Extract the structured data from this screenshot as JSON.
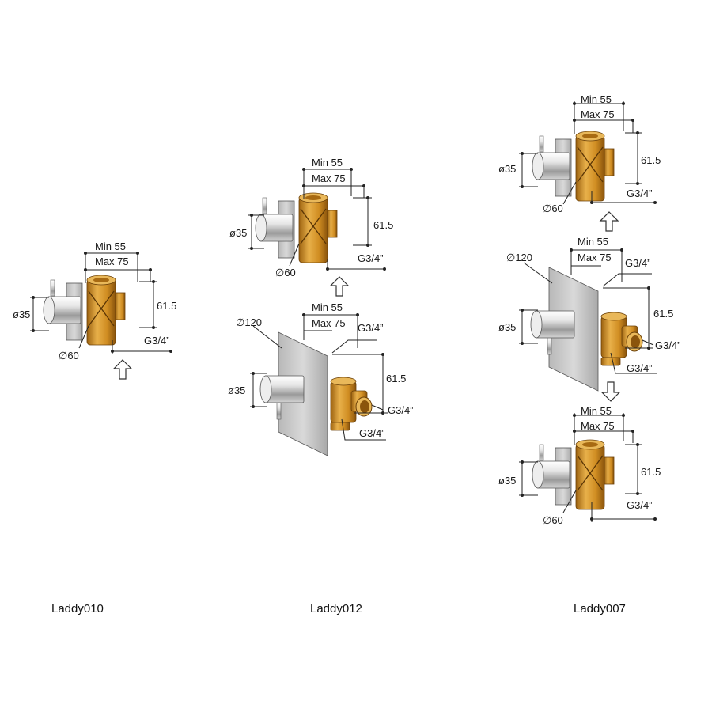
{
  "labels": {
    "min": "Min 55",
    "max": "Max 75",
    "height": "61.5",
    "thread": "G3/4”",
    "knob_dia": "ø35",
    "rosette_small": "∅60",
    "rosette_large": "∅120"
  },
  "products": [
    {
      "name": "Laddy010"
    },
    {
      "name": "Laddy012"
    },
    {
      "name": "Laddy007"
    }
  ],
  "colors": {
    "brass": "#d89a2c",
    "brass_dark": "#a86a12",
    "chrome_light": "#f2f2f2",
    "chrome_dark": "#8a8a8a",
    "plate": "#c9c9c9",
    "line": "#222222"
  }
}
